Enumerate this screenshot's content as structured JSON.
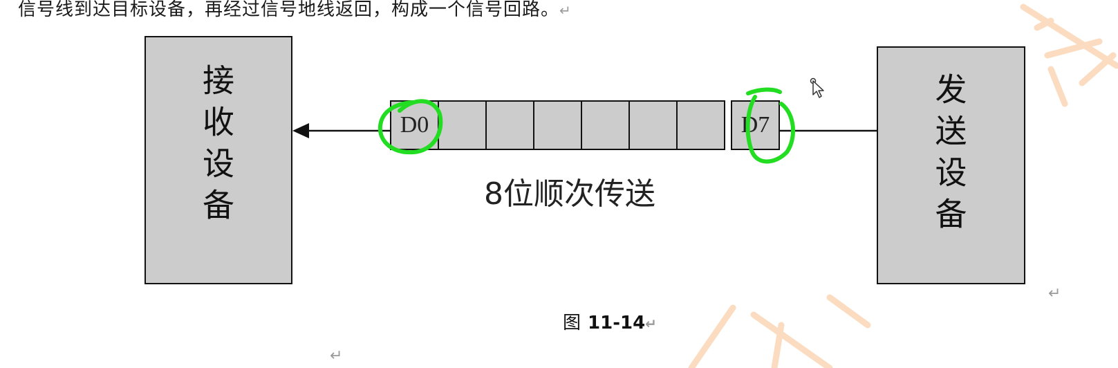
{
  "document": {
    "top_line_text": "信号线到达目标设备，再经过信号地线返回，构成一个信号回路。",
    "paragraph_mark": "↵"
  },
  "diagram": {
    "receiver_label": "接收设备",
    "sender_label": "发送设备",
    "bits": [
      "D0",
      "",
      "",
      "",
      "",
      "",
      "",
      "D7"
    ],
    "transmission_caption": "8位顺次传送",
    "figure_prefix": "图",
    "figure_number": "11-14"
  },
  "annotations": {
    "highlight_color": "#22dd22",
    "circled_bits": [
      "D0",
      "D7"
    ]
  },
  "colors": {
    "box_fill": "#cccccc",
    "watermark": "#fbd9b8"
  }
}
